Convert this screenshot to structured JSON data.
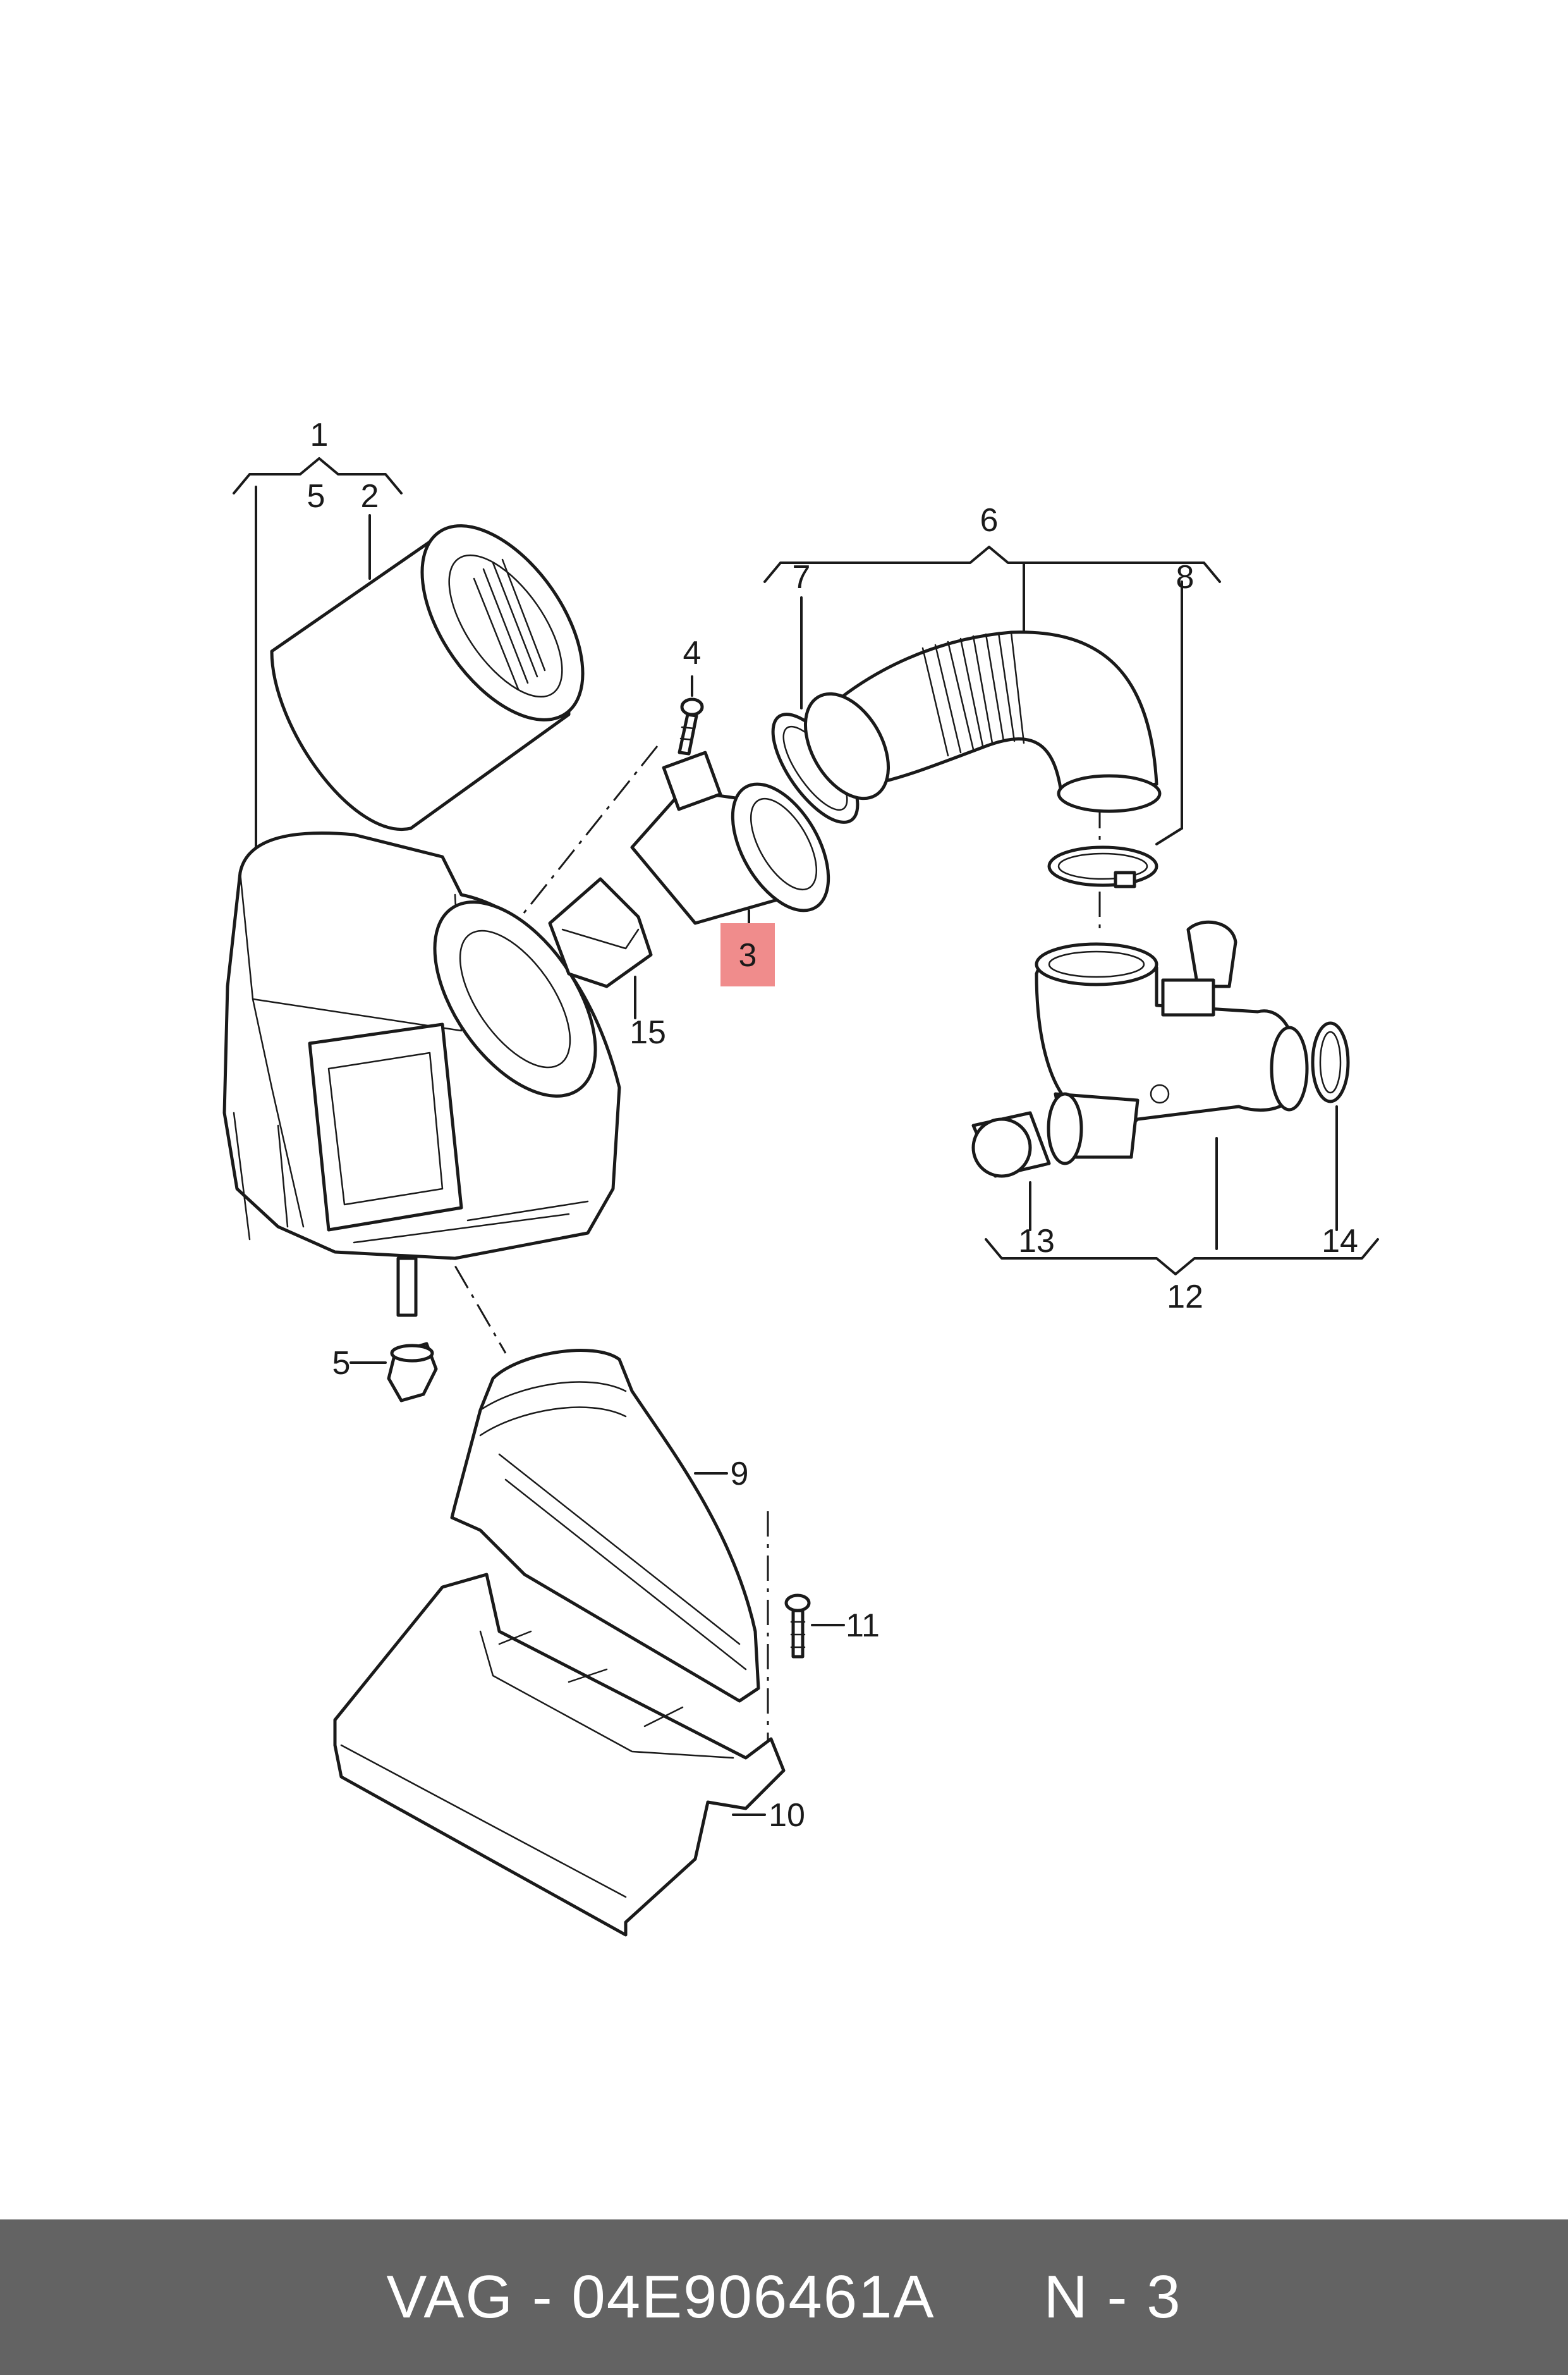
{
  "diagram": {
    "callouts": [
      {
        "id": "c1",
        "text": "1"
      },
      {
        "id": "c5a",
        "text": "5"
      },
      {
        "id": "c2",
        "text": "2"
      },
      {
        "id": "c4",
        "text": "4"
      },
      {
        "id": "c3",
        "text": "3",
        "highlighted": true
      },
      {
        "id": "c15",
        "text": "15"
      },
      {
        "id": "c6",
        "text": "6"
      },
      {
        "id": "c7",
        "text": "7"
      },
      {
        "id": "c8",
        "text": "8"
      },
      {
        "id": "c13",
        "text": "13"
      },
      {
        "id": "c14",
        "text": "14"
      },
      {
        "id": "c12",
        "text": "12"
      },
      {
        "id": "c5b",
        "text": "5"
      },
      {
        "id": "c9",
        "text": "9"
      },
      {
        "id": "c11",
        "text": "11"
      },
      {
        "id": "c10",
        "text": "10"
      }
    ],
    "highlight_color": "#f08c8c"
  },
  "footer": {
    "brand": "VAG",
    "separator": "-",
    "part_number": "04E906461A",
    "position_label": "N - 3",
    "background_color": "#636363"
  }
}
